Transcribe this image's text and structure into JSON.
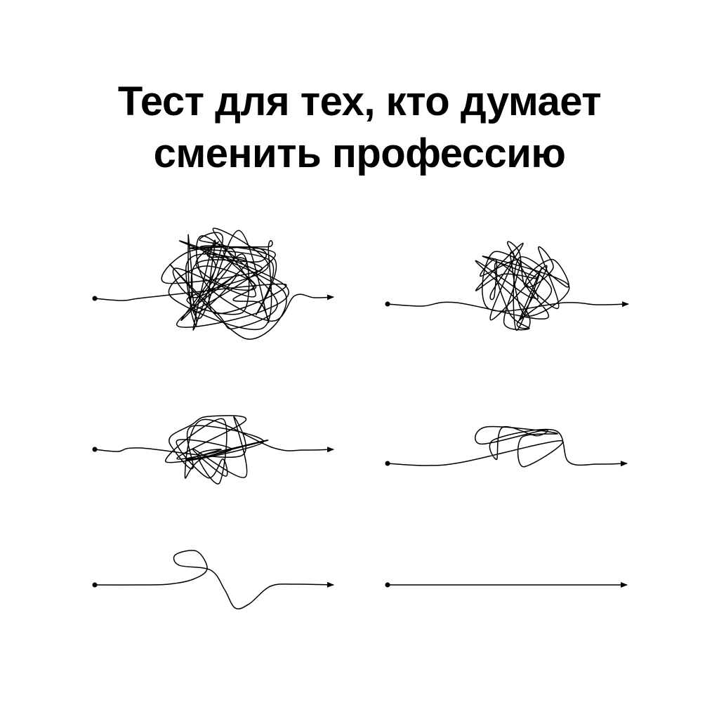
{
  "title": {
    "line1": "Тест для тех, кто думает",
    "line2": "сменить профессию"
  },
  "illustration": {
    "stroke_color": "#000000",
    "stages": [
      {
        "name": "very-tangled"
      },
      {
        "name": "tangled"
      },
      {
        "name": "medium-tangled"
      },
      {
        "name": "few-loops"
      },
      {
        "name": "single-wave"
      },
      {
        "name": "straight"
      }
    ]
  }
}
